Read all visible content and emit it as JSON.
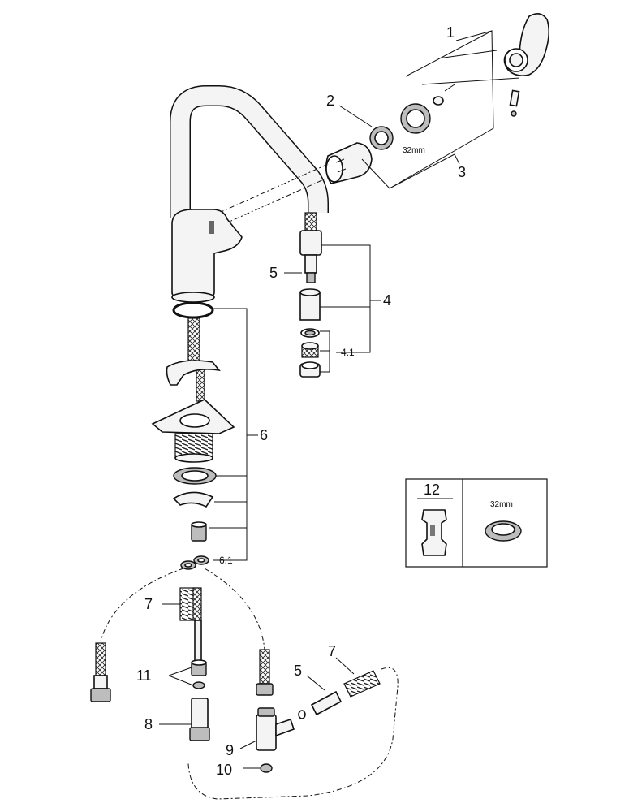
{
  "callouts": {
    "c1": "1",
    "c2": "2",
    "c3": "3",
    "c4": "4",
    "c4_1": "4.1",
    "c5_top": "5",
    "c5_bottom": "5",
    "c6": "6",
    "c6_1": "6.1",
    "c7_left": "7",
    "c7_right": "7",
    "c8": "8",
    "c9": "9",
    "c10": "10",
    "c11": "11"
  },
  "dimension_label": "32mm",
  "inset": {
    "number": "12",
    "dimension_label": "32mm"
  },
  "colors": {
    "line": "#111111",
    "metal_fill": "#f4f4f4",
    "dark_fill": "#bdbdbd"
  }
}
